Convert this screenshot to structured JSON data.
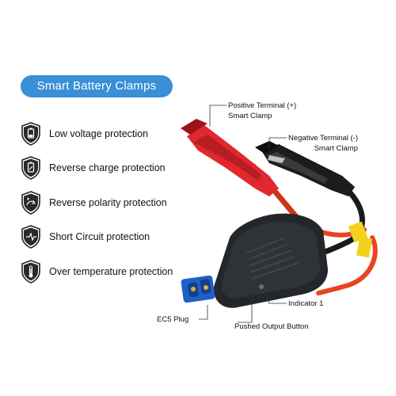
{
  "title": "Smart Battery Clamps",
  "features": [
    {
      "label": "Low voltage protection",
      "icon": "battery-shield-icon"
    },
    {
      "label": "Reverse charge protection",
      "icon": "battery-shield-icon"
    },
    {
      "label": "Reverse polarity protection",
      "icon": "polarity-shield-icon"
    },
    {
      "label": "Short Circuit protection",
      "icon": "circuit-shield-icon"
    },
    {
      "label": "Over temperature protection",
      "icon": "thermometer-shield-icon"
    }
  ],
  "callouts": {
    "positive_line1": "Positive Terminal (+)",
    "positive_line2": "Smart Clamp",
    "negative_line1": "Negative Terminal (-)",
    "negative_line2": "Smart Clamp",
    "indicator": "Indicator 1",
    "ec5": "EC5 Plug",
    "button": "Pushed Output Button"
  },
  "colors": {
    "accent": "#3a8fd6",
    "positive_clamp": "#e0282e",
    "negative_clamp": "#1c1c1c",
    "cable": "#e8441e",
    "ec5_plug": "#1f5fc8",
    "tape": "#f2d21a"
  }
}
